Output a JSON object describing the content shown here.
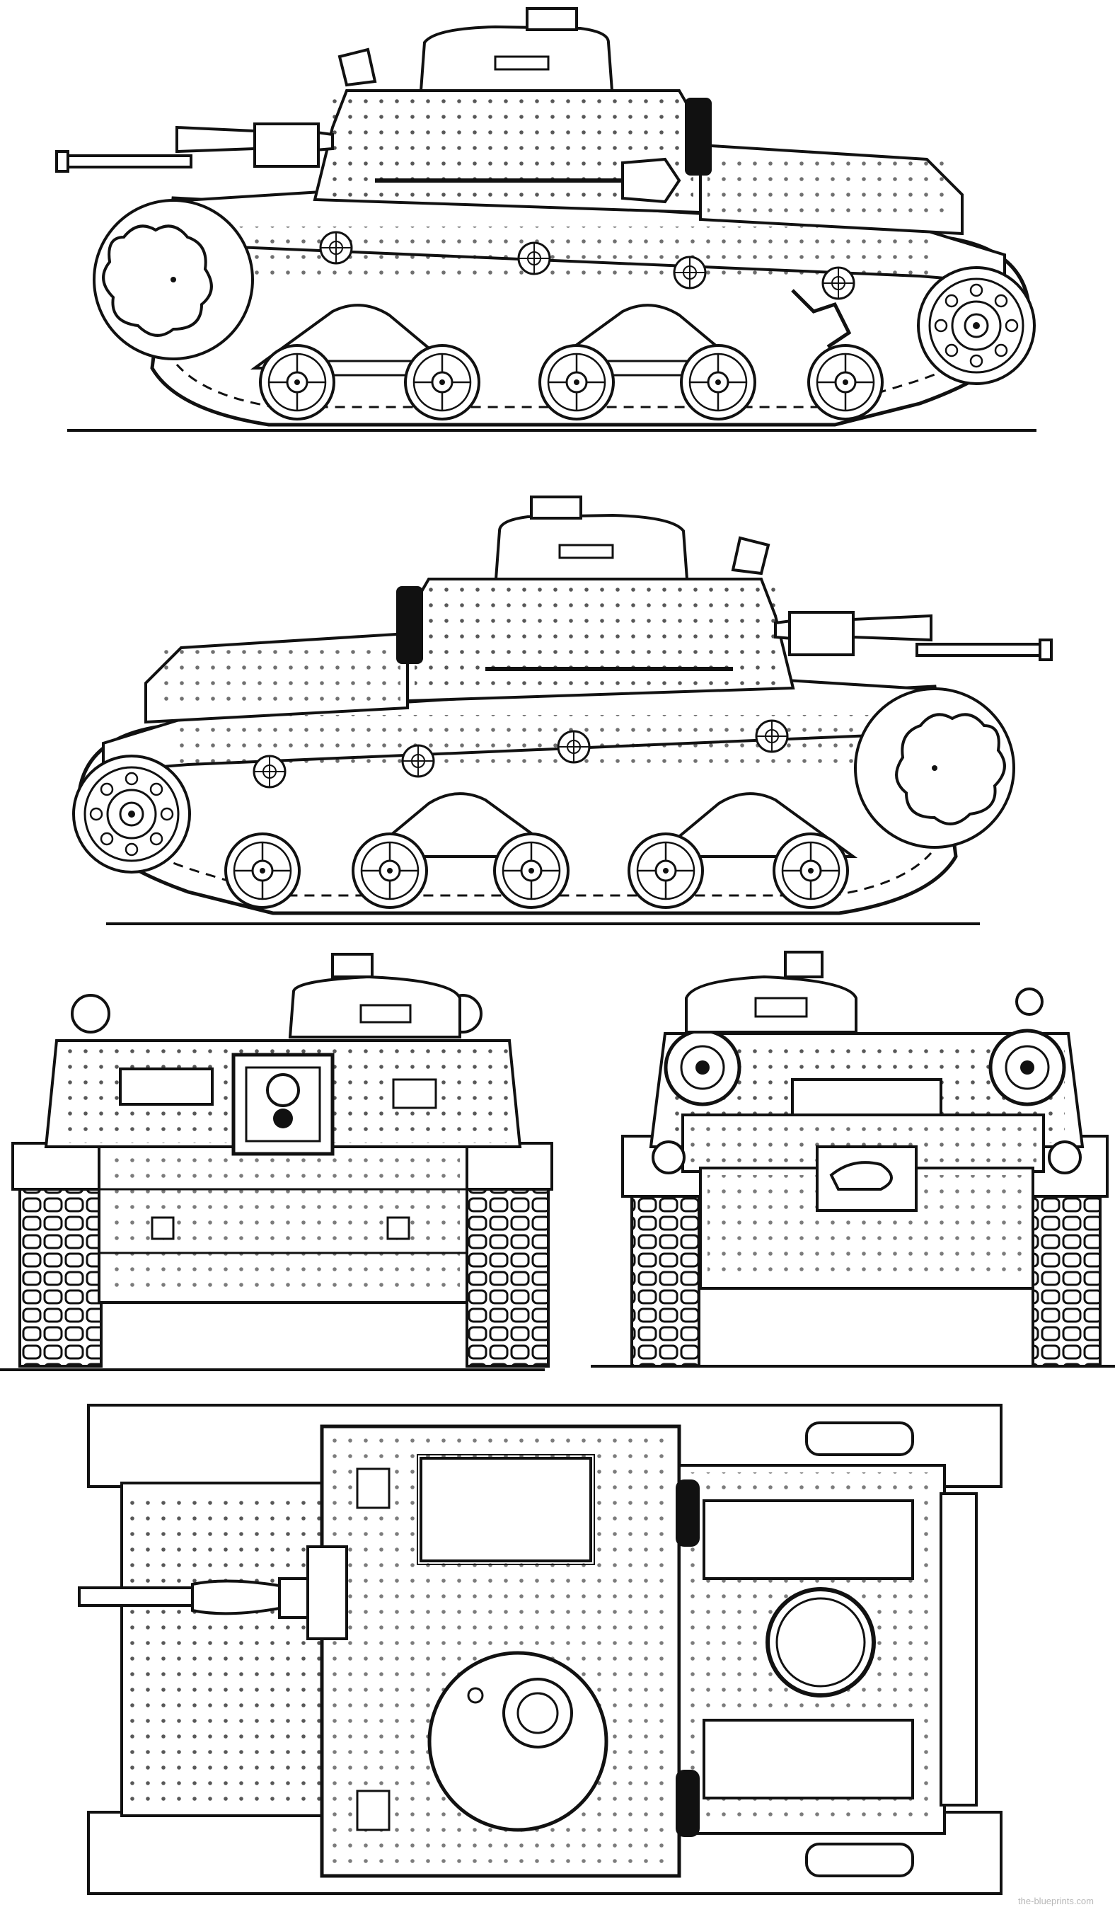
{
  "watermark": {
    "text": "the-blueprints.com"
  },
  "colors": {
    "line": "#111111",
    "paper": "#ffffff",
    "watermark": "#b8b8b8"
  },
  "views": [
    {
      "id": "left-side",
      "title": ""
    },
    {
      "id": "right-side",
      "title": ""
    },
    {
      "id": "front",
      "title": ""
    },
    {
      "id": "rear",
      "title": ""
    },
    {
      "id": "top",
      "title": ""
    }
  ]
}
